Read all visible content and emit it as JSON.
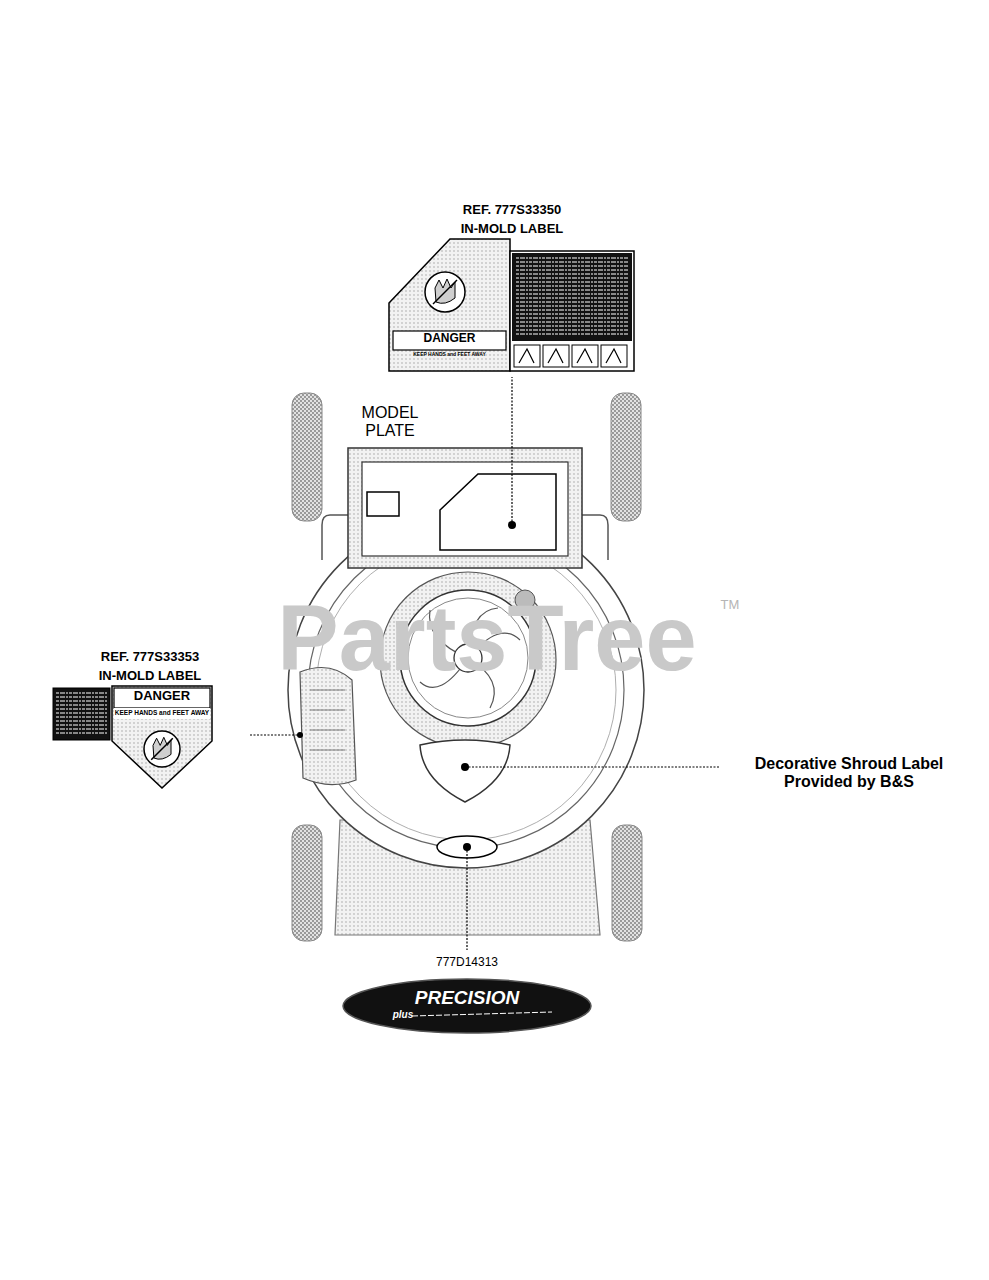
{
  "diagram": {
    "nodes": [
      {
        "text": [
          "DANGER",
          "KEEP HANDS and FEET AWAY"
        ]
      },
      {
        "text": [
          "DANGER",
          "KEEP HANDS and FEET AWAY"
        ]
      },
      {
        "text": [
          "PRECISION",
          "plus"
        ]
      }
    ],
    "labels": [
      "REF. 777S33350",
      "IN-MOLD LABEL",
      "MODEL PLATE",
      "REF. 777S33353",
      "IN-MOLD LABEL",
      "PartsTree",
      "TM",
      "Decorative Shroud Label Provided by B&S",
      "777D14313"
    ]
  }
}
